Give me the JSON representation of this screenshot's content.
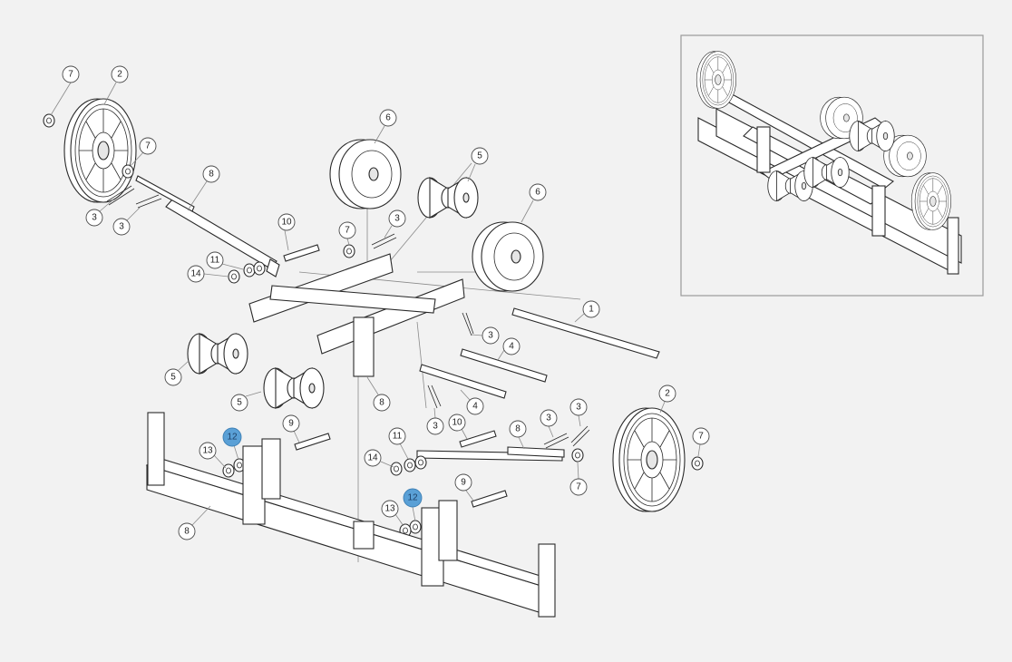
{
  "diagram": {
    "callouts": [
      {
        "label": "7",
        "highlighted": false
      },
      {
        "label": "2",
        "highlighted": false
      },
      {
        "label": "7",
        "highlighted": false
      },
      {
        "label": "3",
        "highlighted": false
      },
      {
        "label": "3",
        "highlighted": false
      },
      {
        "label": "8",
        "highlighted": false
      },
      {
        "label": "6",
        "highlighted": false
      },
      {
        "label": "5",
        "highlighted": false
      },
      {
        "label": "6",
        "highlighted": false
      },
      {
        "label": "10",
        "highlighted": false
      },
      {
        "label": "7",
        "highlighted": false
      },
      {
        "label": "3",
        "highlighted": false
      },
      {
        "label": "11",
        "highlighted": false
      },
      {
        "label": "14",
        "highlighted": false
      },
      {
        "label": "1",
        "highlighted": false
      },
      {
        "label": "3",
        "highlighted": false
      },
      {
        "label": "4",
        "highlighted": false
      },
      {
        "label": "5",
        "highlighted": false
      },
      {
        "label": "5",
        "highlighted": false
      },
      {
        "label": "8",
        "highlighted": false
      },
      {
        "label": "4",
        "highlighted": false
      },
      {
        "label": "3",
        "highlighted": false
      },
      {
        "label": "9",
        "highlighted": false
      },
      {
        "label": "12",
        "highlighted": true
      },
      {
        "label": "13",
        "highlighted": false
      },
      {
        "label": "10",
        "highlighted": false
      },
      {
        "label": "11",
        "highlighted": false
      },
      {
        "label": "8",
        "highlighted": false
      },
      {
        "label": "3",
        "highlighted": false
      },
      {
        "label": "3",
        "highlighted": false
      },
      {
        "label": "2",
        "highlighted": false
      },
      {
        "label": "7",
        "highlighted": false
      },
      {
        "label": "14",
        "highlighted": false
      },
      {
        "label": "7",
        "highlighted": false
      },
      {
        "label": "9",
        "highlighted": false
      },
      {
        "label": "12",
        "highlighted": true
      },
      {
        "label": "13",
        "highlighted": false
      },
      {
        "label": "8",
        "highlighted": false
      }
    ],
    "colors": {
      "background": "#f2f2f2",
      "line": "#2a2a2a",
      "highlight": "#5aa0d6"
    }
  }
}
